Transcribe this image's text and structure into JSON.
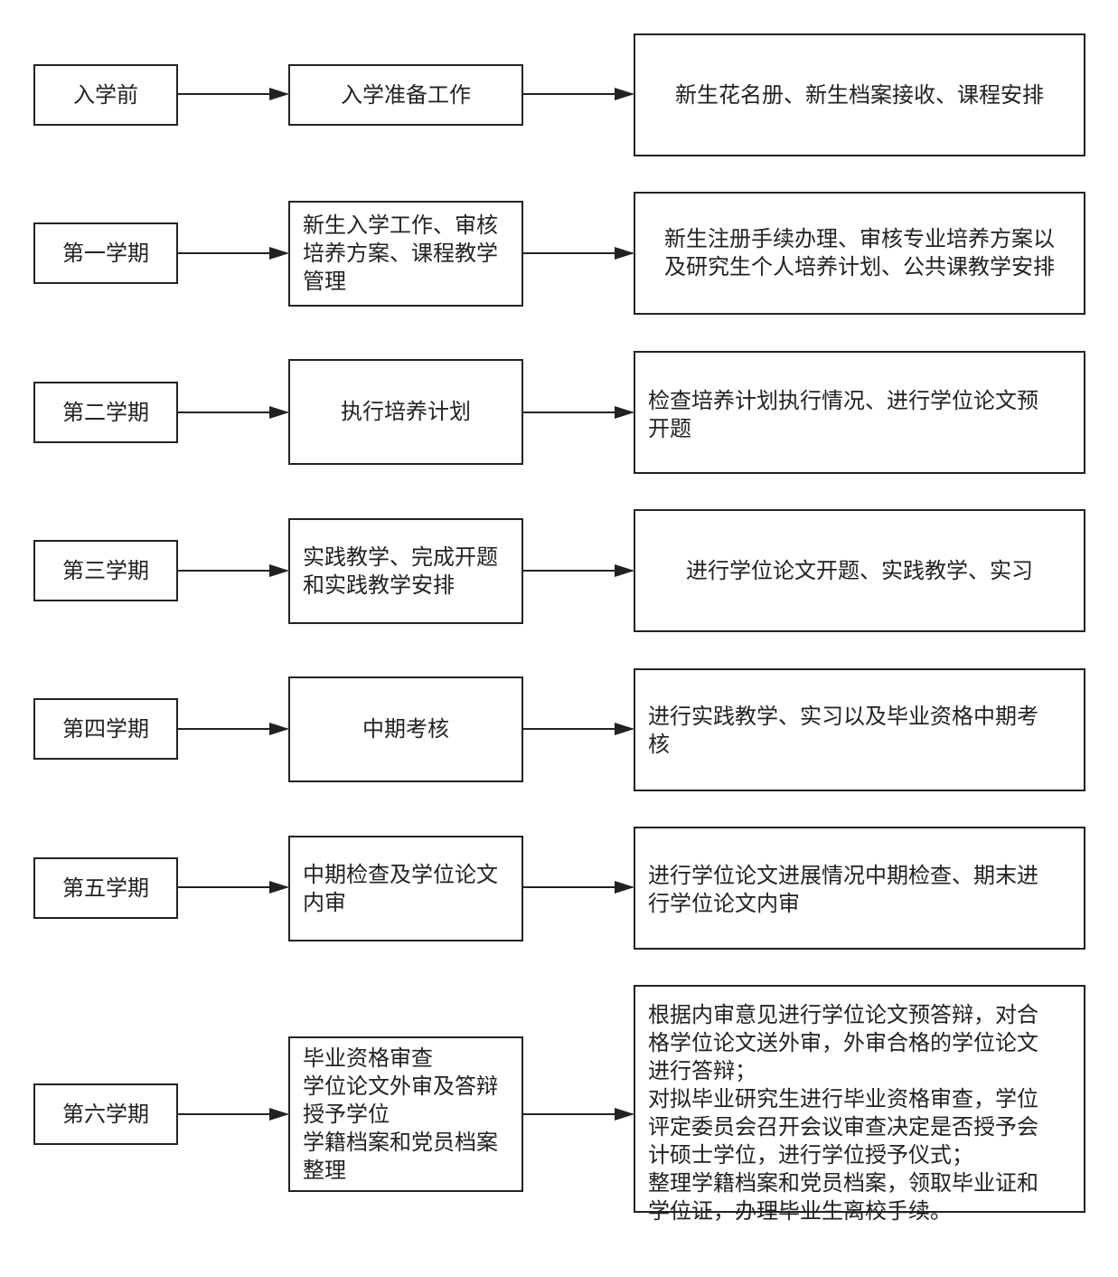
{
  "rows": [
    {
      "stage": "入学前",
      "task": "入学准备工作",
      "detail": "新生花名册、新生档案接收、课程安排"
    },
    {
      "stage": "第一学期",
      "task": "新生入学工作、审核\n培养方案、课程教学\n管理",
      "detail": "新生注册手续办理、审核专业培养方案以\n及研究生个人培养计划、公共课教学安排"
    },
    {
      "stage": "第二学期",
      "task": "执行培养计划",
      "detail": "检查培养计划执行情况、进行学位论文预\n开题"
    },
    {
      "stage": "第三学期",
      "task": "实践教学、完成开题\n和实践教学安排",
      "detail": "进行学位论文开题、实践教学、实习"
    },
    {
      "stage": "第四学期",
      "task": "中期考核",
      "detail": "进行实践教学、实习以及毕业资格中期考\n核"
    },
    {
      "stage": "第五学期",
      "task": "中期检查及学位论文\n内审",
      "detail": "进行学位论文进展情况中期检查、期末进\n行学位论文内审"
    },
    {
      "stage": "第六学期",
      "task": "毕业资格审查\n学位论文外审及答辩\n授予学位\n学籍档案和党员档案\n整理",
      "detail": "根据内审意见进行学位论文预答辩，对合\n格学位论文送外审，外审合格的学位论文\n进行答辩；\n对拟毕业研究生进行毕业资格审查，学位\n评定委员会召开会议审查决定是否授予会\n计硕士学位，进行学位授予仪式；\n整理学籍档案和党员档案，领取毕业证和\n学位证，办理毕业生离校手续。"
    }
  ],
  "colors": {
    "line": "#222222",
    "background": "#ffffff"
  }
}
